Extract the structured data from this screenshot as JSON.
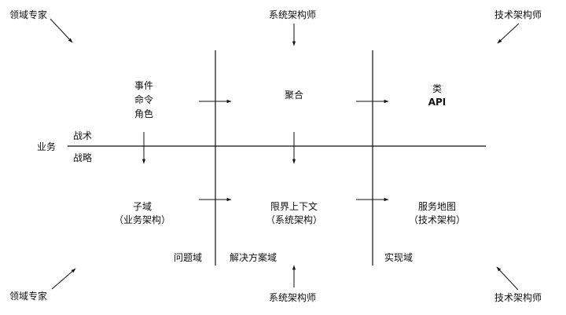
{
  "corners": {
    "top_left": "领域专家",
    "top_center": "系统架构师",
    "top_right": "技术架构师",
    "bottom_left": "领域专家",
    "bottom_center": "系统架构师",
    "bottom_right": "技术架构师"
  },
  "axis": {
    "business": "业务",
    "tactics": "战术",
    "strategy": "战略"
  },
  "tactical": {
    "event": "事件",
    "command": "命令",
    "role": "角色",
    "aggregate": "聚合",
    "class": "类",
    "api": "API"
  },
  "strategic": {
    "subdomain": "子域",
    "subdomain_note": "（业务架构）",
    "bounded_context": "限界上下文",
    "bounded_context_note": "（系统架构）",
    "service_map": "服务地图",
    "service_map_note": "（技术架构）"
  },
  "domains": {
    "problem": "问题域",
    "solution": "解决方案域",
    "implementation": "实现域"
  }
}
